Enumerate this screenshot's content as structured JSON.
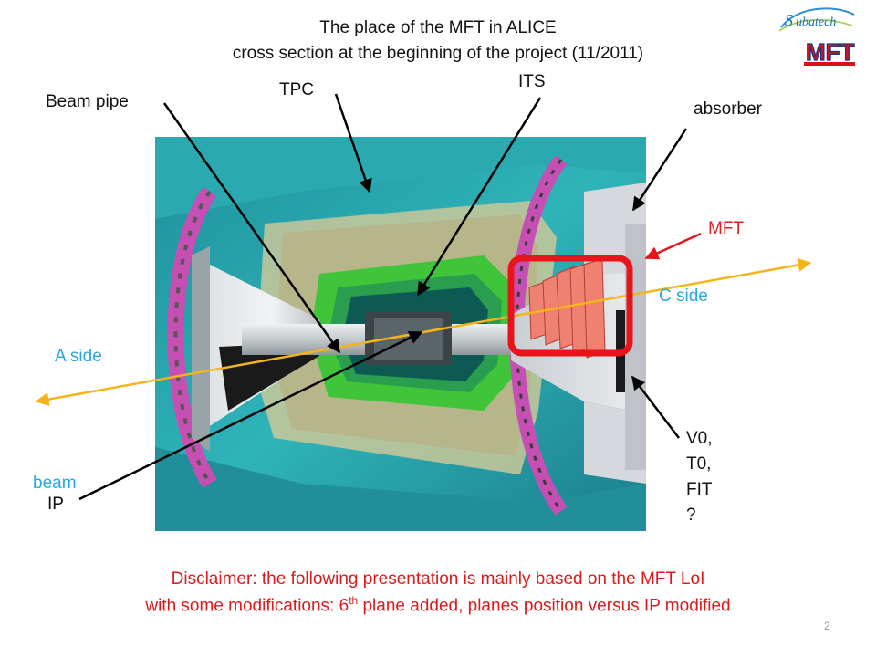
{
  "title": {
    "line1": "The place of the MFT in ALICE",
    "line2": "cross section at the beginning of the project (11/2011)"
  },
  "logos": {
    "subatech": "Subatech",
    "mft": "MFT"
  },
  "labels": {
    "beam_pipe": "Beam pipe",
    "tpc": "TPC",
    "its": "ITS",
    "absorber": "absorber",
    "mft": "MFT",
    "c_side": "C side",
    "a_side": "A side",
    "beam": "beam",
    "ip": "IP",
    "v0_lines": [
      "V0,",
      "T0,",
      "FIT",
      "?"
    ]
  },
  "disclaimer": {
    "line1": "Disclaimer: the following presentation is mainly based on the MFT LoI",
    "line2_pre": "with some modifications: 6",
    "line2_sup": "th",
    "line2_post": " plane added, planes position versus IP modified"
  },
  "page_number": "2",
  "colors": {
    "beam_line": "#f5b41a",
    "label_blue": "#2aa6e0",
    "highlight_red": "#e8141c",
    "disclaimer_red": "#d81b1b",
    "detector_teal": "#1fa3a8",
    "magenta": "#c64fb4",
    "green": "#3fc43a"
  }
}
